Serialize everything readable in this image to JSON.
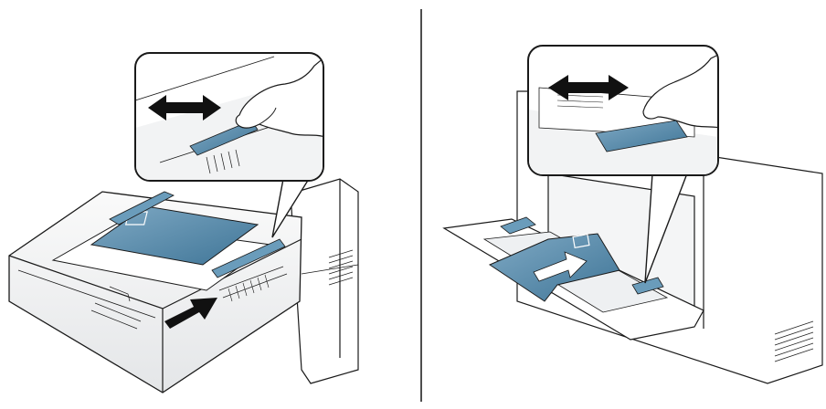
{
  "panels": [
    {
      "id": "tray1",
      "illustration": "paper-tray-guide-adjust"
    },
    {
      "id": "mp-tray",
      "illustration": "multipurpose-tray-guide-adjust"
    }
  ],
  "colors": {
    "paper_fill": "#5b8fae",
    "paper_light": "#9cc0d6",
    "outline": "#1a1a1a",
    "divider": "#222222",
    "callout_fill": "#ffffff",
    "shadow": "#d9dde0"
  },
  "icons": [
    "double-arrow-icon",
    "push-arrow-icon",
    "hand-icon"
  ]
}
